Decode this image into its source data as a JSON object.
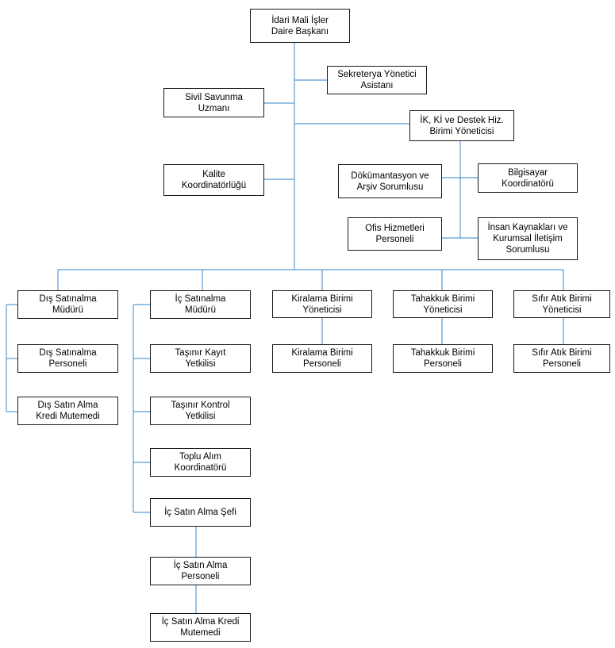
{
  "colors": {
    "connector": "#5b9bd5",
    "box_border": "#1a1a1a",
    "text": "#000000"
  },
  "nodes": {
    "root": "İdari Mali İşler\nDaire Başkanı",
    "sekreterya": "Sekreterya Yönetici\nAsistanı",
    "sivil_savunma": "Sivil Savunma\nUzmanı",
    "ik_ki": "İK, Kİ ve Destek Hiz.\nBirimi Yöneticisi",
    "kalite": "Kalite\nKoordinatörlüğü",
    "dokumantasyon": "Dökümantasyon ve\nArşiv Sorumlusu",
    "bilgisayar": "Bilgisayar\nKoordinatörü",
    "ofis": "Ofis Hizmetleri\nPersoneli",
    "insan_kaynaklari": "İnsan Kaynakları ve\nKurumsal İletişim\nSorumlusu",
    "dis_satinalma_muduru": "Dış Satınalma\nMüdürü",
    "dis_satinalma_personeli": "Dış Satınalma\nPersoneli",
    "dis_satin_alma_kredi": "Dış Satın Alma\nKredi Mutemedi",
    "ic_satinalma_muduru": "İç Satınalma\nMüdürü",
    "tasinir_kayit": "Taşınır Kayıt\nYetkilisi",
    "tasinir_kontrol": "Taşınır Kontrol\nYetkilisi",
    "toplu_alim": "Toplu Alım\nKoordinatörü",
    "ic_satin_alma_sefi": "İç Satın Alma Şefi",
    "ic_satin_alma_personeli": "İç Satın Alma\nPersoneli",
    "ic_satin_alma_kredi": "İç Satın Alma Kredi\nMutemedi",
    "kiralama_yonetici": "Kiralama Birimi\nYöneticisi",
    "kiralama_personel": "Kiralama Birimi\nPersoneli",
    "tahakkuk_yonetici": "Tahakkuk Birimi\nYöneticisi",
    "tahakkuk_personel": "Tahakkuk Birimi\nPersoneli",
    "sifir_atik_yonetici": "Sıfır Atık Birimi\nYöneticisi",
    "sifir_atik_personel": "Sıfır Atık Birimi\nPersoneli"
  }
}
